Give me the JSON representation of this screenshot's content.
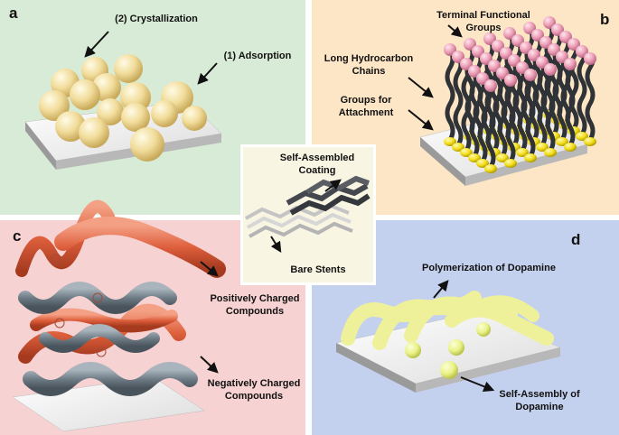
{
  "panels": {
    "a": {
      "letter": "a",
      "crystallization": "(2) Crystallization",
      "adsorption": "(1) Adsorption"
    },
    "b": {
      "letter": "b",
      "terminal_line1": "Terminal Functional",
      "terminal_line2": "Groups",
      "chains_line1": "Long Hydrocarbon",
      "chains_line2": "Chains",
      "attach_line1": "Groups for",
      "attach_line2": "Attachment"
    },
    "c": {
      "letter": "c",
      "positive_line1": "Positively Charged",
      "positive_line2": "Compounds",
      "negative_line1": "Negatively Charged",
      "negative_line2": "Compounds"
    },
    "d": {
      "letter": "d",
      "polymerization": "Polymerization of Dopamine",
      "selfassembly_line1": "Self-Assembly of",
      "selfassembly_line2": "Dopamine"
    }
  },
  "center": {
    "coating_line1": "Self-Assembled",
    "coating_line2": "Coating",
    "bare": "Bare Stents"
  },
  "colors": {
    "panel_a": "#d8ebd7",
    "panel_b": "#fce6c6",
    "panel_c": "#f7d2d2",
    "panel_d": "#c4d1ee",
    "center": "#f8f5e2"
  }
}
